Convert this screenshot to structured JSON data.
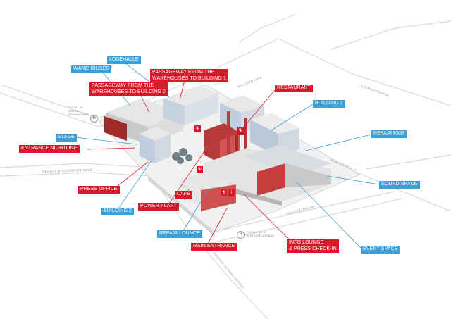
{
  "labels_red": {
    "passageway_b1": "PASSAGEWAY FROM THE\nWAREHOUSES TO BUILDING 1",
    "passageway_b2": "PASSAGEWAY FROM THE\nWAREHOUSES TO BUILDING 2",
    "restaurant": "RESTAURANT",
    "entrance_nightline": "ENTRANCE NIGHTLINE",
    "press_office": "PRESS OFFICE",
    "power_plant": "POWER PLANT",
    "cafe": "CAFÉ",
    "main_entrance": "MAIN ENTRANCE",
    "info_lounge": "INFO LOUNGE\n& PRESS CHECK-IN"
  },
  "labels_blue": {
    "losehalle": "LÖSEHALLE",
    "warehouses": "WAREHOUSES",
    "building1": "BUILDING 1",
    "stage": "STAGE",
    "repair_fair": "REPAIR FAIR",
    "sound_space": "SOUND SPACE",
    "building2": "BUILDING 2",
    "repair_lounge": "REPAIR LOUNCE",
    "event_space": "EVENT SPACE"
  },
  "streets": {
    "holzstrasse": "HOLZSTRASSE",
    "lessingstrasse": "LESSINGSTRASSE",
    "schlossplatz": "SCHLOSSPLATZ",
    "unterstrasse": "UNTERSTRASSE",
    "rechte_brueckenstrasse": "RECHTE BRÜCKENSTRASSE",
    "grosse_schwaldrasse": "GROSSE SCHWALDRASSE"
  },
  "stops": {
    "stop_left": "BUS NO. 47\nSTATION\nSCHLACHTHOF",
    "stop_bottom": "BUS NO. 15, 17\nSTATION FLUSSBAD"
  },
  "badges": {
    "bus": "H"
  },
  "pins": {
    "fork": "Ψ",
    "info": "i",
    "drink": "¶"
  },
  "colors": {
    "accent_red": "#d7192a",
    "accent_blue": "#39a1d8"
  }
}
